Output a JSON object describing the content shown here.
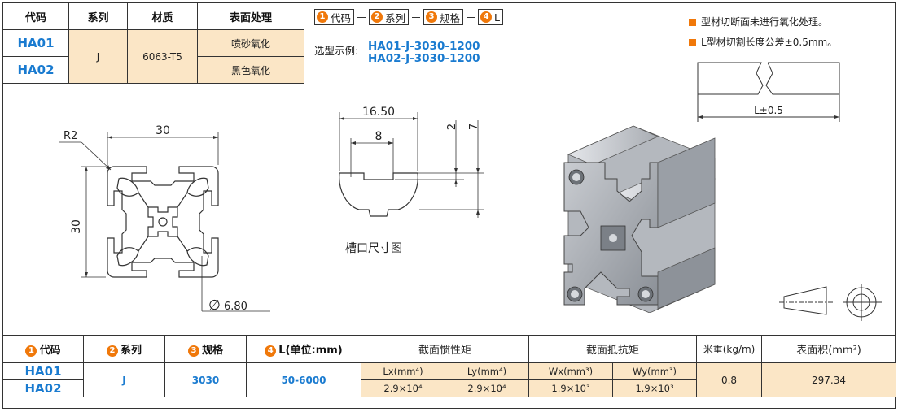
{
  "top_table": {
    "headers": [
      "代码",
      "系列",
      "材质",
      "表面处理"
    ],
    "codes": [
      "HA01",
      "HA02"
    ],
    "series": "J",
    "material": "6063-T5",
    "finishes": [
      "喷砂氧化",
      "黑色氧化"
    ]
  },
  "code_sequence": [
    {
      "num": "1",
      "label": "代码"
    },
    {
      "num": "2",
      "label": "系列"
    },
    {
      "num": "3",
      "label": "规格"
    },
    {
      "num": "4",
      "label": "L"
    }
  ],
  "example": {
    "label": "选型示例:",
    "values": [
      "HA01-J-3030-1200",
      "HA02-J-3030-1200"
    ]
  },
  "notes": [
    "型材切断面未进行氧化处理。",
    "L型材切割长度公差±0.5mm。"
  ],
  "drawing": {
    "profile_width": "30",
    "profile_height": "30",
    "radius": "R2",
    "hole_dia": "6.80",
    "dia_symbol": "∅",
    "slot_outer": "16.50",
    "slot_inner": "8",
    "slot_depth1": "2",
    "slot_depth2": "7",
    "slot_caption": "槽口尺寸图",
    "length_label": "L±0.5"
  },
  "bottom_table": {
    "headers": {
      "code": "代码",
      "series": "系列",
      "spec": "规格",
      "length": "L(单位:mm)",
      "inertia": "截面惯性矩",
      "resistance": "截面抵抗矩",
      "weight": "米重(kg/m)",
      "area": "表面积(mm²)"
    },
    "header_nums": [
      "1",
      "2",
      "3",
      "4"
    ],
    "sub_headers": [
      "Lx(mm⁴)",
      "Ly(mm⁴)",
      "Wx(mm³)",
      "Wy(mm³)"
    ],
    "row": {
      "codes": [
        "HA01",
        "HA02"
      ],
      "series": "J",
      "spec": "3030",
      "length": "50-6000",
      "lx": "2.9×10⁴",
      "ly": "2.9×10⁴",
      "wx": "1.9×10³",
      "wy": "1.9×10³",
      "weight": "0.8",
      "area": "297.34"
    }
  },
  "colors": {
    "accent_orange": "#f0780a",
    "code_blue": "#1a7bd0",
    "cream": "#fbe6c6"
  }
}
